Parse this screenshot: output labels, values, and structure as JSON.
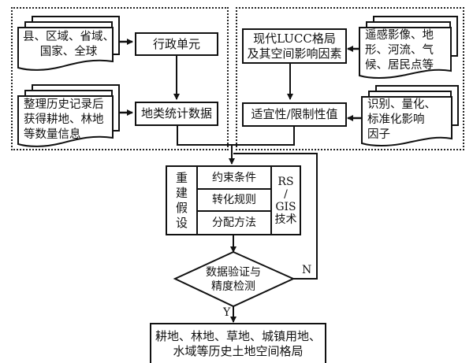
{
  "diagram": {
    "left_region": {
      "doc_admin": "县、区域、省域、国家、全球",
      "doc_admin_lines": [
        "县、区域、省域、",
        "国家、全球"
      ],
      "doc_history_lines": [
        "整理历史记录后",
        "获得耕地、林地",
        "等数量信息"
      ],
      "box_admin_unit": "行政单元",
      "box_land_stats": "地类统计数据"
    },
    "right_region": {
      "box_lucc_lines": [
        "现代LUCC格局",
        "及其空间影响因素"
      ],
      "box_suitability": "适宜性/限制性值",
      "doc_rs_lines": [
        "遥感影像、地",
        "形、河流、气",
        "候、居民点等"
      ],
      "doc_factors_lines": [
        "识别、量化、",
        "标准化影响",
        "因子"
      ]
    },
    "reconstruction": {
      "assumption_chars": [
        "重",
        "建",
        "假",
        "设"
      ],
      "rows": [
        "约束条件",
        "转化规则",
        "分配方法"
      ],
      "tech_lines": [
        "RS",
        "/",
        "GIS",
        "技术"
      ]
    },
    "decision": {
      "lines": [
        "数据验证与",
        "精度检测"
      ],
      "no_label": "N",
      "yes_label": "Y"
    },
    "output": {
      "lines": [
        "耕地、林地、草地、城镇用地、",
        "水域等历史土地空间格局"
      ]
    }
  }
}
